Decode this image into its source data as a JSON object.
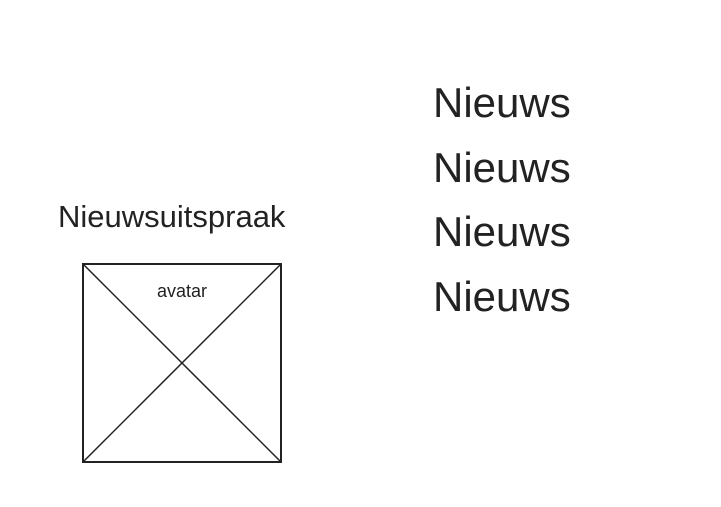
{
  "heading": "Nieuwsuitspraak",
  "avatar": {
    "label": "avatar"
  },
  "news": {
    "items": [
      "Nieuws",
      "Nieuws",
      "Nieuws",
      "Nieuws"
    ]
  }
}
